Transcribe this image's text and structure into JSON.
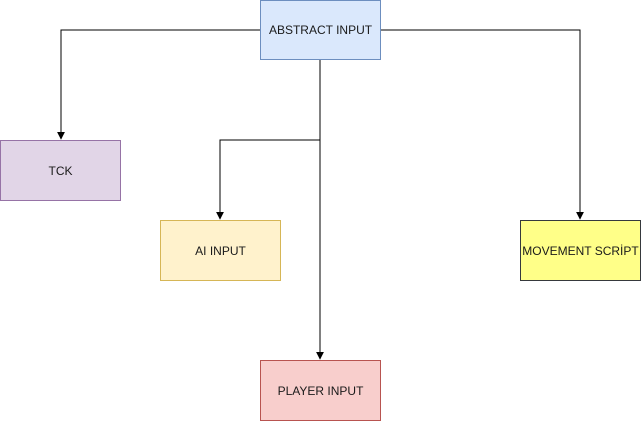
{
  "nodes": {
    "abstract_input": {
      "label": "ABSTRACT INPUT",
      "fill": "#dae8fc",
      "stroke": "#6c8ebf"
    },
    "tck": {
      "label": "TCK",
      "fill": "#e1d5e7",
      "stroke": "#9673a6"
    },
    "ai_input": {
      "label": "AI INPUT",
      "fill": "#fff2cc",
      "stroke": "#d6b656"
    },
    "movement_script": {
      "label": "MOVEMENT SCRİPT",
      "fill": "#ffff88",
      "stroke": "#36393d"
    },
    "player_input": {
      "label": "PLAYER INPUT",
      "fill": "#f8cecc",
      "stroke": "#b85450"
    }
  },
  "edges": [
    {
      "from": "ABSTRACT INPUT",
      "to": "TCK"
    },
    {
      "from": "ABSTRACT INPUT",
      "to": "AI INPUT"
    },
    {
      "from": "ABSTRACT INPUT",
      "to": "MOVEMENT SCRİPT"
    },
    {
      "from": "ABSTRACT INPUT",
      "to": "PLAYER INPUT"
    }
  ],
  "colors": {
    "connector": "#000000"
  }
}
